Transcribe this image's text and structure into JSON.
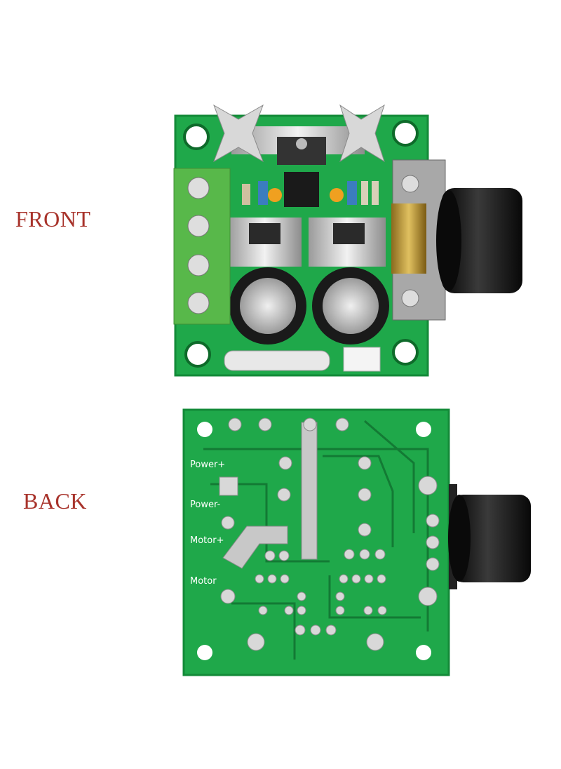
{
  "labels": {
    "front": "FRONT",
    "back": "BACK"
  },
  "back_silkscreen": {
    "power_plus": "Power+",
    "power_minus": "Power-",
    "motor_plus": "Motor+",
    "motor_minus": "Motor"
  },
  "colors": {
    "label_red": "#a8332b",
    "pcb_green": "#1fa84a",
    "pcb_dark_green": "#137a34",
    "terminal_green": "#58b84a",
    "knob_black": "#141414",
    "heatsink_silver": "#c9c9c9"
  }
}
